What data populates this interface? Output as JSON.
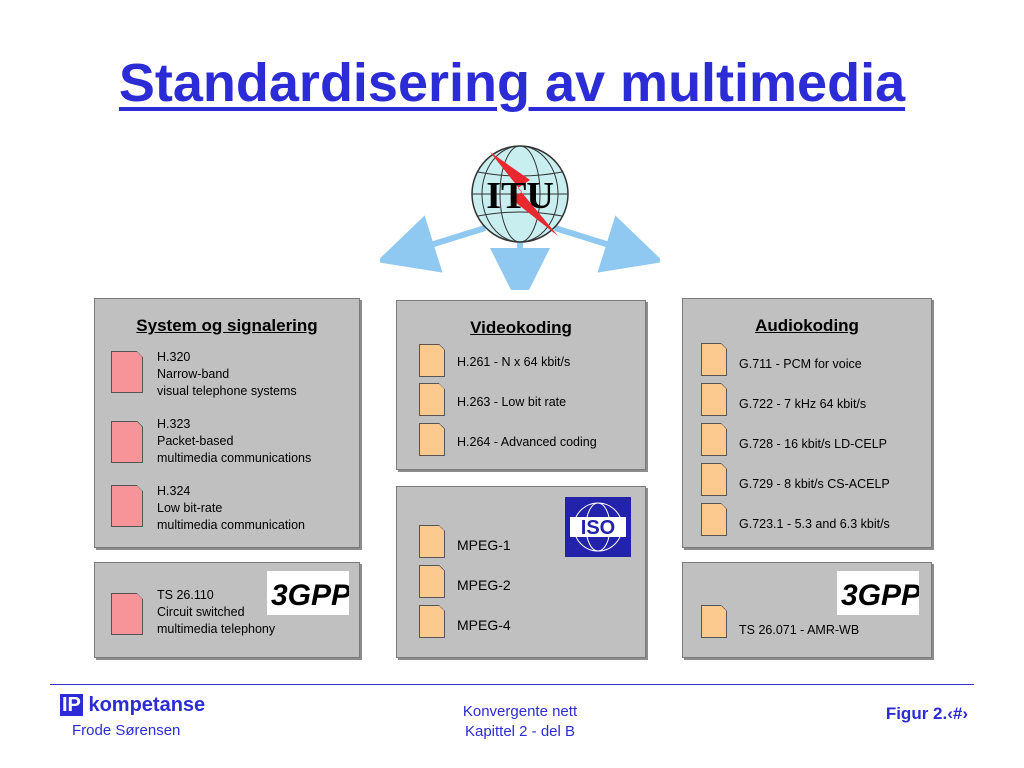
{
  "title": "Standardisering av multimedia",
  "itu_logo": "ITU",
  "iso_logo": "ISO",
  "threegpp_logo": "3GPP",
  "system": {
    "heading": "System og signalering",
    "items": [
      {
        "code": "H.320",
        "line2": "Narrow-band",
        "line3": "visual telephone systems"
      },
      {
        "code": "H.323",
        "line2": "Packet-based",
        "line3": "multimedia communications"
      },
      {
        "code": "H.324",
        "line2": "Low bit-rate",
        "line3": "multimedia communication"
      }
    ]
  },
  "system_3gpp": {
    "code": "TS 26.110",
    "line2": "Circuit switched",
    "line3": "multimedia telephony"
  },
  "video": {
    "heading": "Videokoding",
    "items": [
      "H.261 - N x 64 kbit/s",
      "H.263 - Low bit rate",
      "H.264 - Advanced coding"
    ]
  },
  "mpeg": {
    "items": [
      "MPEG-1",
      "MPEG-2",
      "MPEG-4"
    ]
  },
  "audio": {
    "heading": "Audiokoding",
    "items": [
      "G.711 - PCM for voice",
      "G.722 - 7 kHz 64 kbit/s",
      "G.728 - 16 kbit/s LD-CELP",
      "G.729 - 8 kbit/s CS-ACELP",
      "G.723.1 - 5.3 and 6.3 kbit/s"
    ]
  },
  "audio_3gpp": {
    "item": "TS 26.071 - AMR-WB"
  },
  "footer": {
    "brand_ip": "IP",
    "brand_name": "kompetanse",
    "author": "Frode Sørensen",
    "center_line1": "Konvergente nett",
    "center_line2": "Kapittel 2 - del B",
    "figure": "Figur 2.‹#›"
  },
  "colors": {
    "title": "#2c2cd6",
    "panel": "#c0c0c0",
    "pink_doc": "#f7949a",
    "peach_doc": "#fcc98f",
    "arrow": "#8fc8f0"
  }
}
